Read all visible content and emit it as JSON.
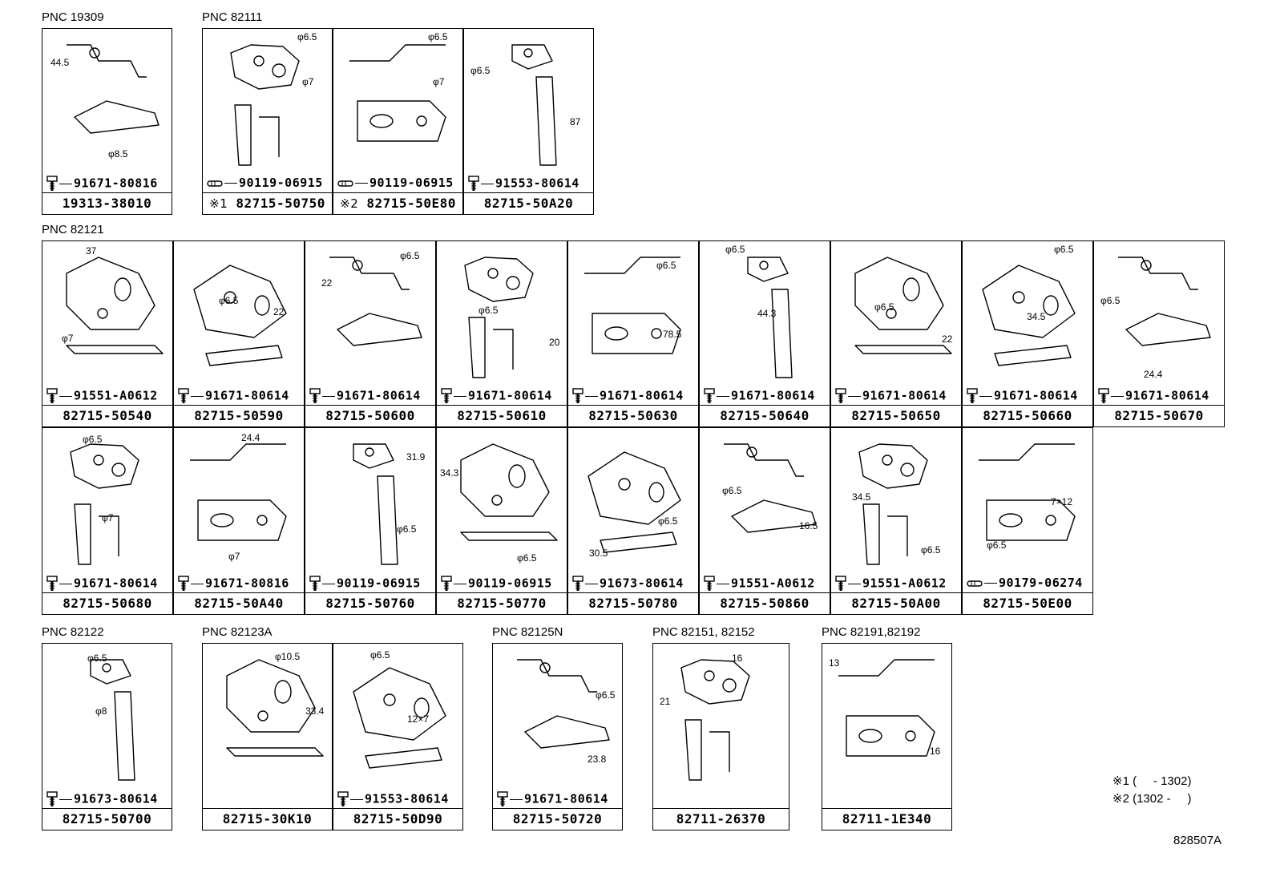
{
  "groups": [
    {
      "title": "PNC 19309"
    },
    {
      "title": "PNC 82111"
    },
    {
      "title": "PNC 82121"
    },
    {
      "title": "PNC 82122"
    },
    {
      "title": "PNC 82123A"
    },
    {
      "title": "PNC 82125N"
    },
    {
      "title": "PNC 82151, 82152"
    },
    {
      "title": "PNC 82191,82192"
    }
  ],
  "parts": [
    {
      "pn": "19313-38010",
      "fit": "91671-80816",
      "fit_type": "bolt",
      "dims": [
        "44.5",
        "φ8.5"
      ]
    },
    {
      "pn": "82715-50750",
      "mark": "※1",
      "fit": "90119-06915",
      "fit_type": "pin",
      "dims": [
        "φ6.5",
        "φ7"
      ]
    },
    {
      "pn": "82715-50E80",
      "mark": "※2",
      "fit": "90119-06915",
      "fit_type": "pin",
      "dims": [
        "φ6.5",
        "φ7"
      ]
    },
    {
      "pn": "82715-50A20",
      "fit": "91553-80614",
      "fit_type": "bolt",
      "dims": [
        "φ6.5",
        "87"
      ]
    },
    {
      "pn": "82715-50540",
      "fit": "91551-A0612",
      "fit_type": "bolt",
      "dims": [
        "37",
        "φ7"
      ]
    },
    {
      "pn": "82715-50590",
      "fit": "91671-80614",
      "fit_type": "bolt",
      "dims": [
        "φ6.5",
        "22"
      ]
    },
    {
      "pn": "82715-50600",
      "fit": "91671-80614",
      "fit_type": "bolt",
      "dims": [
        "22",
        "φ6.5"
      ]
    },
    {
      "pn": "82715-50610",
      "fit": "91671-80614",
      "fit_type": "bolt",
      "dims": [
        "φ6.5",
        "20"
      ]
    },
    {
      "pn": "82715-50630",
      "fit": "91671-80614",
      "fit_type": "bolt",
      "dims": [
        "φ6.5",
        "78.5"
      ]
    },
    {
      "pn": "82715-50640",
      "fit": "91671-80614",
      "fit_type": "bolt",
      "dims": [
        "φ6.5",
        "44.3"
      ]
    },
    {
      "pn": "82715-50650",
      "fit": "91671-80614",
      "fit_type": "bolt",
      "dims": [
        "φ6.5",
        "22"
      ]
    },
    {
      "pn": "82715-50660",
      "fit": "91671-80614",
      "fit_type": "bolt",
      "dims": [
        "φ6.5",
        "34.5"
      ]
    },
    {
      "pn": "82715-50670",
      "fit": "91671-80614",
      "fit_type": "bolt",
      "dims": [
        "φ6.5",
        "24.4"
      ]
    },
    {
      "pn": "82715-50680",
      "fit": "91671-80614",
      "fit_type": "bolt",
      "dims": [
        "φ6.5",
        "φ7"
      ]
    },
    {
      "pn": "82715-50A40",
      "fit": "91671-80816",
      "fit_type": "bolt",
      "dims": [
        "24.4",
        "φ7"
      ]
    },
    {
      "pn": "82715-50760",
      "fit": "90119-06915",
      "fit_type": "bolt",
      "dims": [
        "31.9",
        "φ6.5"
      ]
    },
    {
      "pn": "82715-50770",
      "fit": "90119-06915",
      "fit_type": "bolt",
      "dims": [
        "34.3",
        "φ6.5"
      ]
    },
    {
      "pn": "82715-50780",
      "fit": "91673-80614",
      "fit_type": "bolt",
      "dims": [
        "φ6.5",
        "30.5"
      ]
    },
    {
      "pn": "82715-50860",
      "fit": "91551-A0612",
      "fit_type": "bolt",
      "dims": [
        "φ6.5",
        "16.5"
      ]
    },
    {
      "pn": "82715-50A00",
      "fit": "91551-A0612",
      "fit_type": "bolt",
      "dims": [
        "34.5",
        "φ6.5"
      ]
    },
    {
      "pn": "82715-50E00",
      "fit": "90179-06274",
      "fit_type": "pin",
      "dims": [
        "7×12",
        "φ6.5"
      ]
    },
    {
      "pn": "82715-50700",
      "fit": "91673-80614",
      "fit_type": "bolt",
      "dims": [
        "φ6.5",
        "φ8"
      ]
    },
    {
      "pn": "82715-30K10",
      "fit": "",
      "fit_type": "none",
      "dims": [
        "φ10.5",
        "33.4"
      ]
    },
    {
      "pn": "82715-50D90",
      "fit": "91553-80614",
      "fit_type": "bolt",
      "dims": [
        "φ6.5",
        "12×7"
      ]
    },
    {
      "pn": "82715-50720",
      "fit": "91671-80614",
      "fit_type": "bolt",
      "dims": [
        "φ6.5",
        "23.8"
      ]
    },
    {
      "pn": "82711-26370",
      "fit": "",
      "fit_type": "none",
      "dims": [
        "21",
        "16"
      ]
    },
    {
      "pn": "82711-1E340",
      "fit": "",
      "fit_type": "none",
      "dims": [
        "13",
        "16"
      ]
    }
  ],
  "notes": [
    "※1 (     - 1302)",
    "※2 (1302 -     )"
  ],
  "ref_code": "828507A"
}
